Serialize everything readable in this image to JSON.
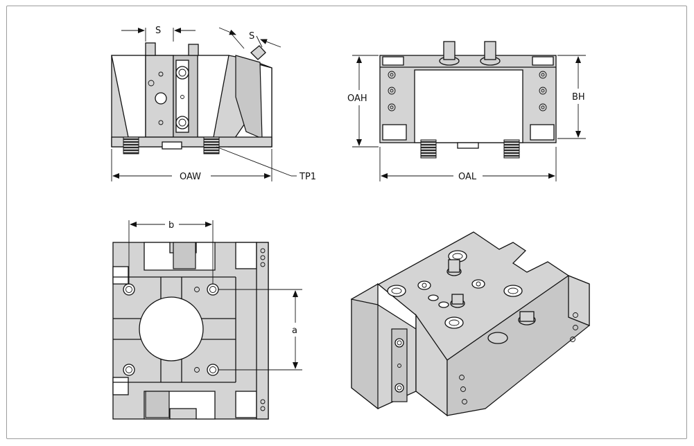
{
  "labels": {
    "s_left": "S",
    "s_right": "S",
    "oaw": "OAW",
    "tp1": "TP1",
    "oah": "OAH",
    "bh": "BH",
    "oal": "OAL",
    "b": "b",
    "a": "a"
  },
  "colors": {
    "frame": "#9c9c9c",
    "part_fill": "#d4d4d4",
    "line": "#111111"
  }
}
